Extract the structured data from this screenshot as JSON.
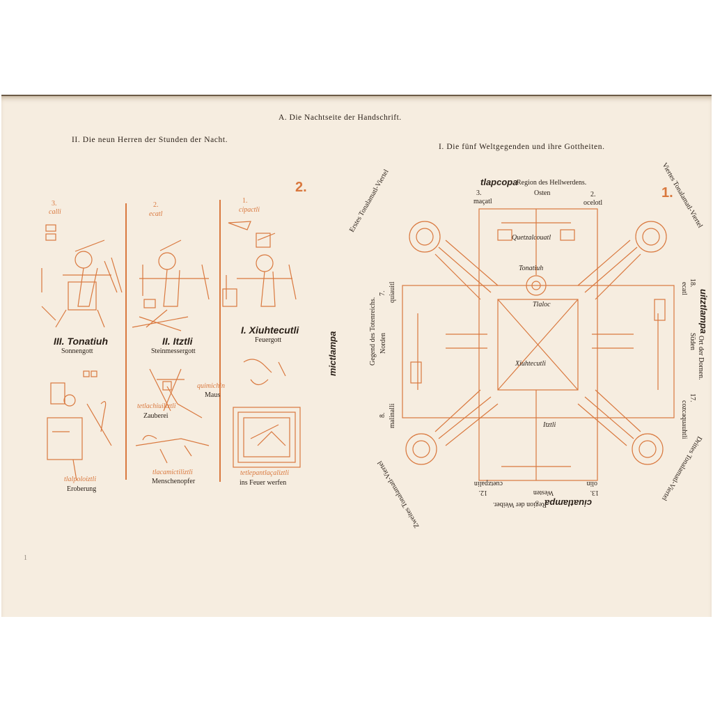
{
  "header": {
    "title": "A.  Die Nachtseite der Handschrift."
  },
  "left": {
    "heading": "II.  Die neun Herren der Stunden der Nacht.",
    "plate_number": "2.",
    "columns": [
      {
        "day_number": "3.",
        "day_sign": "calli",
        "god": "III. Tonatiuh",
        "god_sub": "Sonnengott",
        "lower_caption": "tlalpoloiztli",
        "lower_sub": "Eroberung"
      },
      {
        "day_number": "2.",
        "day_sign": "ecatl",
        "god": "II. Itztli",
        "god_sub": "Steinmessergott",
        "lower_caption": "tetlachiuiliztli",
        "lower_sub": "Zauberei",
        "lower_caption2": "tlacamictiliztli",
        "lower_sub2": "Menschenopfer",
        "side_caption": "quimichin",
        "side_sub": "Maus"
      },
      {
        "day_number": "1.",
        "day_sign": "cipactli",
        "god": "I. Xiuhtecutli",
        "god_sub": "Feuergott",
        "lower_caption": "tetlepantlaçaliztli",
        "lower_sub": "ins Feuer werfen"
      }
    ],
    "margin_mark": "1"
  },
  "right": {
    "heading": "I.  Die fünf Weltgegenden und ihre Gottheiten.",
    "plate_number": "1.",
    "east": {
      "name": "tlapcopa",
      "desc": "Region des Hellwerdens.",
      "dir": "Osten",
      "n1": "3.",
      "s1": "maçatl",
      "n2": "2.",
      "s2": "ocelotl"
    },
    "north": {
      "name": "mictlampa",
      "desc": "Gegend des Totenreichs.",
      "dir": "Norden",
      "n1": "7.",
      "s1": "quiauitl",
      "n2": "8.",
      "s2": "malinalli"
    },
    "south": {
      "name": "uitztlampa",
      "desc": "Ort der Dornen.",
      "dir": "Süden",
      "n1": "18.",
      "s1": "ecatl",
      "n2": "17.",
      "s2": "cozcaquauhtli"
    },
    "west": {
      "name": "ciuatlampa",
      "desc": "Region der Weiber.",
      "dir": "Westen",
      "n1": "13.",
      "s1": "olin",
      "n2": "12.",
      "s2": "cuetzpalin"
    },
    "quarters": {
      "first": "Erstes Tonalamatl-Viertel",
      "second": "Zweites Tonalamatl-Viertel",
      "third": "Drittes Tonalamatl-Viertel",
      "fourth": "Viertes Tonalamatl-Viertel"
    },
    "center_labels": {
      "c1": "Quetzalcouatl",
      "c2": "Tonatiuh",
      "c3": "Xiuhtecutli",
      "c4": "Itztli",
      "c5": "Tlaloc"
    }
  }
}
